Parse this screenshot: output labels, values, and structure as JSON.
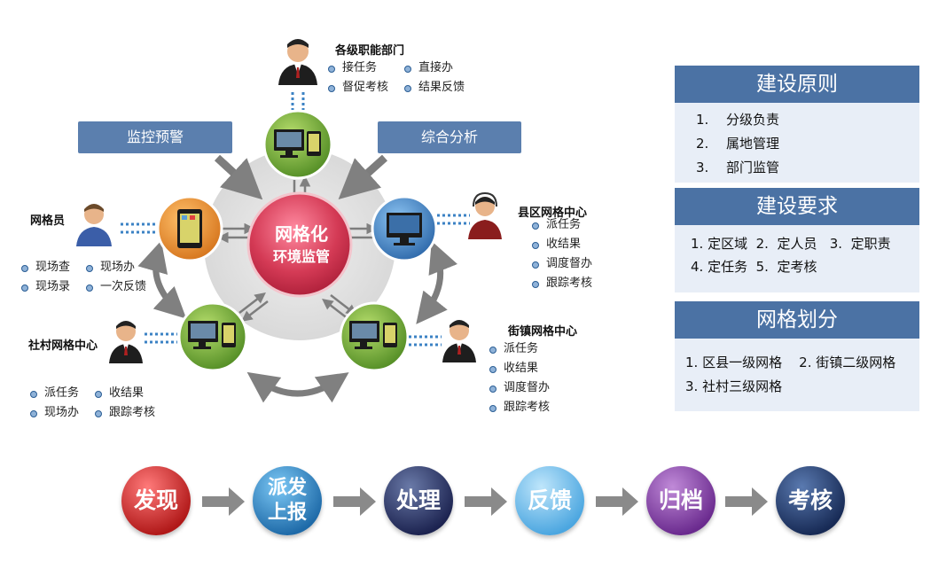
{
  "top_dept": {
    "title": "各级职能部门",
    "items": [
      "接任务",
      "直接办",
      "督促考核",
      "结果反馈"
    ]
  },
  "monitor_label": "监控预警",
  "analysis_label": "综合分析",
  "center": {
    "line1": "网格化",
    "line2": "环境监管"
  },
  "grid_member": {
    "title": "网格员",
    "items": [
      "现场查",
      "现场办",
      "现场录",
      "一次反馈"
    ]
  },
  "county_center": {
    "title": "县区网格中心",
    "items": [
      "派任务",
      "收结果",
      "调度督办",
      "跟踪考核"
    ]
  },
  "village_center": {
    "title": "社村网格中心",
    "items": [
      "派任务",
      "收结果",
      "现场办",
      "跟踪考核"
    ]
  },
  "town_center": {
    "title": "街镇网格中心",
    "items": [
      "派任务",
      "收结果",
      "调度督办",
      "跟踪考核"
    ]
  },
  "panels": [
    {
      "title": "建设原则",
      "items": [
        {
          "num": "1.",
          "text": "分级负责"
        },
        {
          "num": "2.",
          "text": "属地管理"
        },
        {
          "num": "3.",
          "text": "部门监管"
        }
      ]
    },
    {
      "title": "建设要求",
      "lines": [
        "1. 定区域  2.  定人员   3.  定职责",
        "4. 定任务  5.  定考核"
      ]
    },
    {
      "title": "网格划分",
      "lines": [
        "1. 区县一级网格    2. 街镇二级网格",
        "3. 社村三级网格"
      ]
    }
  ],
  "flow": [
    "发现",
    "派发上报",
    "处理",
    "反馈",
    "归档",
    "考核"
  ],
  "colors": {
    "accent_blue": "#4b72a4",
    "node_green": "#6aa23a",
    "node_orange": "#e48a2a",
    "node_blue": "#3f7fc0",
    "center_red": "#d43a55"
  },
  "icons": [
    "person-suit-icon",
    "person-casual-icon",
    "person-headset-icon",
    "computer-phone-icon",
    "phone-icon",
    "computer-icon",
    "arrow-right-icon"
  ]
}
